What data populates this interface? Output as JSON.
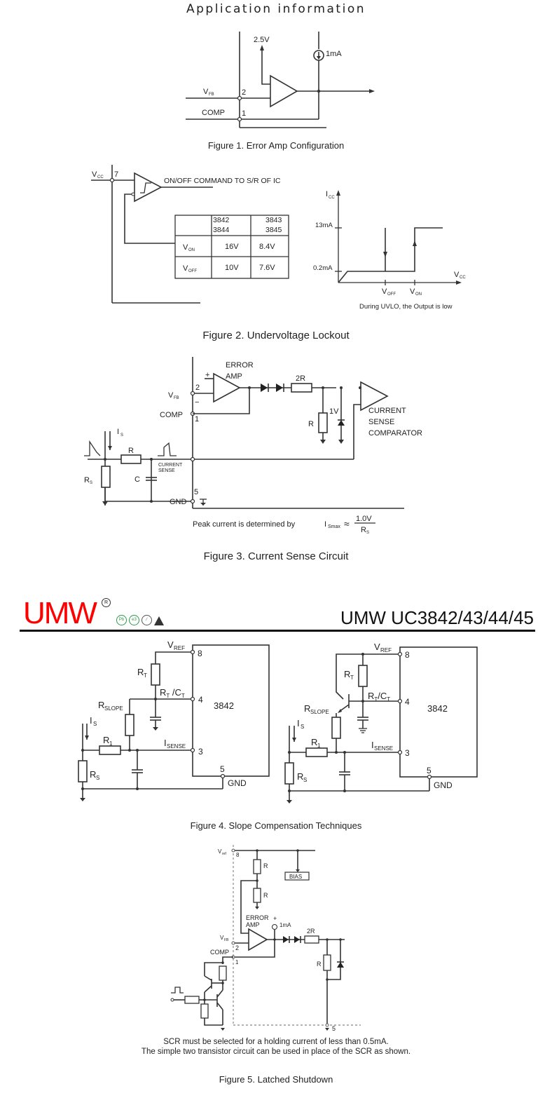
{
  "section_title": "Application information",
  "figure1": {
    "caption": "Figure 1. Error Amp Configuration",
    "labels": {
      "ref": "2.5V",
      "current": "1mA",
      "vfb": "V",
      "vfb_sub": "FB",
      "pin_vfb": "2",
      "comp": "COMP",
      "pin_comp": "1"
    }
  },
  "figure2": {
    "caption": "Figure 2. Undervoltage Lockout",
    "labels": {
      "vcc": "V",
      "vcc_sub": "CC",
      "pin": "7",
      "command": "ON/OFF COMMAND TO S/R OF IC"
    },
    "table": {
      "headers": [
        "",
        "3842\n3844",
        "3843\n3845"
      ],
      "header_col1": [
        "3842",
        "3844"
      ],
      "header_col2": [
        "3843",
        "3845"
      ],
      "rows": [
        {
          "label": "V",
          "label_sub": "ON",
          "v1": "16V",
          "v2": "8.4V"
        },
        {
          "label": "V",
          "label_sub": "OFF",
          "v1": "10V",
          "v2": "7.6V"
        }
      ]
    },
    "graph": {
      "y_axis": "I",
      "y_axis_sub": "CC",
      "x_axis": "V",
      "x_axis_sub": "CC",
      "y_ticks": [
        "13mA",
        "0.2mA"
      ],
      "x_ticks": [
        {
          "label": "V",
          "sub": "OFF"
        },
        {
          "label": "V",
          "sub": "ON"
        }
      ],
      "note": "During UVLO, the Output is low"
    }
  },
  "figure3": {
    "caption": "Figure 3. Current Sense Circuit",
    "labels": {
      "error": "ERROR",
      "amp": "AMP",
      "plus": "+",
      "minus": "−",
      "pin2": "2",
      "vfb": "V",
      "vfb_sub": "FB",
      "comp": "COMP",
      "pin1": "1",
      "r2": "2R",
      "r": "R",
      "one_v": "1V",
      "csc1": "CURRENT",
      "csc2": "SENSE",
      "csc3": "COMPARATOR",
      "is": "I",
      "is_sub": "S",
      "rin": "R",
      "rs": "R",
      "rs_sub": "S",
      "c": "C",
      "cs1": "CURRENT",
      "cs2": "SENSE",
      "pin5": "5",
      "gnd": "GND"
    },
    "formula": {
      "text": "Peak current is determined by",
      "lhs": "I",
      "lhs_sub": "Smax",
      "approx": "≈",
      "num": "1.0V",
      "den": "R",
      "den_sub": "S"
    }
  },
  "page_header": {
    "logo": "UMW",
    "registered": "R",
    "part_number": "UMW UC3842/43/44/45",
    "badges": [
      "pb-free-icon",
      "e3-icon",
      "halogen-free-icon",
      "esd-icon"
    ]
  },
  "figure4": {
    "caption": "Figure 4. Slope Compensation Techniques",
    "labels": {
      "vref": "V",
      "vref_sub": "REF",
      "pin8": "8",
      "rt": "R",
      "rt_sub": "T",
      "rtct": "R",
      "rtct_sub1": "T",
      "rtct_mid": " /C",
      "rtct_sub2": "T",
      "pin4": "4",
      "chip": "3842",
      "rslope": "R",
      "rslope_sub": "SLOPE",
      "is": "I",
      "is_sub": "S",
      "r1": "R",
      "r1_sub": "1",
      "isense": "I",
      "isense_sub": "SENSE",
      "pin3": "3",
      "rs": "R",
      "rs_sub": "S",
      "pin5": "5",
      "gnd": "GND"
    }
  },
  "figure5": {
    "caption": "Figure 5. Latched Shutdown",
    "labels": {
      "vref": "V",
      "vref_sub": "ref",
      "pin8": "8",
      "r": "R",
      "bias": "BIAS",
      "error": "ERROR",
      "amp": "AMP",
      "plus": "+",
      "current": "1mA",
      "r2": "2R",
      "vfb": "V",
      "vfb_sub": "FB",
      "pin2": "2",
      "comp": "COMP",
      "pin1": "1",
      "pin5": "5"
    },
    "notes": [
      "SCR must be selected for a holding current of less than 0.5mA.",
      "The simple two transistor circuit can be used in place of the SCR as shown."
    ]
  }
}
